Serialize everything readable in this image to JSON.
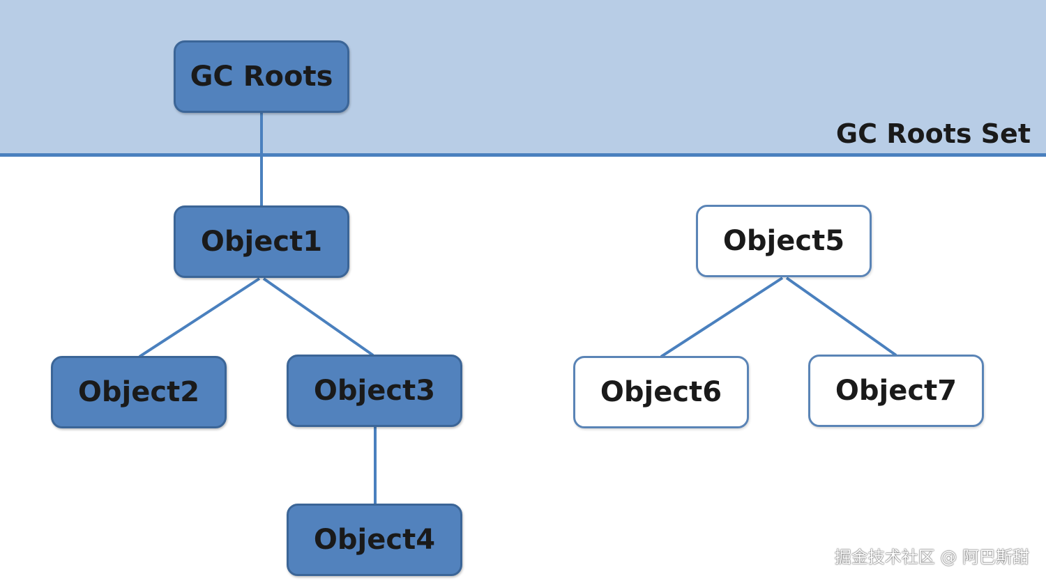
{
  "region": {
    "label": "GC Roots Set",
    "fill_color": "#b8cde6",
    "line_color": "#4a80be"
  },
  "nodes": {
    "gc_roots": {
      "label": "GC Roots",
      "style": "filled"
    },
    "object1": {
      "label": "Object1",
      "style": "filled"
    },
    "object2": {
      "label": "Object2",
      "style": "filled"
    },
    "object3": {
      "label": "Object3",
      "style": "filled"
    },
    "object4": {
      "label": "Object4",
      "style": "filled"
    },
    "object5": {
      "label": "Object5",
      "style": "hollow"
    },
    "object6": {
      "label": "Object6",
      "style": "hollow"
    },
    "object7": {
      "label": "Object7",
      "style": "hollow"
    }
  },
  "edges": [
    {
      "from": "gc_roots",
      "to": "object1"
    },
    {
      "from": "object1",
      "to": "object2"
    },
    {
      "from": "object1",
      "to": "object3"
    },
    {
      "from": "object3",
      "to": "object4"
    },
    {
      "from": "object5",
      "to": "object6"
    },
    {
      "from": "object5",
      "to": "object7"
    }
  ],
  "colors": {
    "filled_node": "#5282bd",
    "node_border": "#3b6597",
    "edge": "#4a80be"
  },
  "watermark": "掘金技术社区 @ 阿巴斯甜"
}
